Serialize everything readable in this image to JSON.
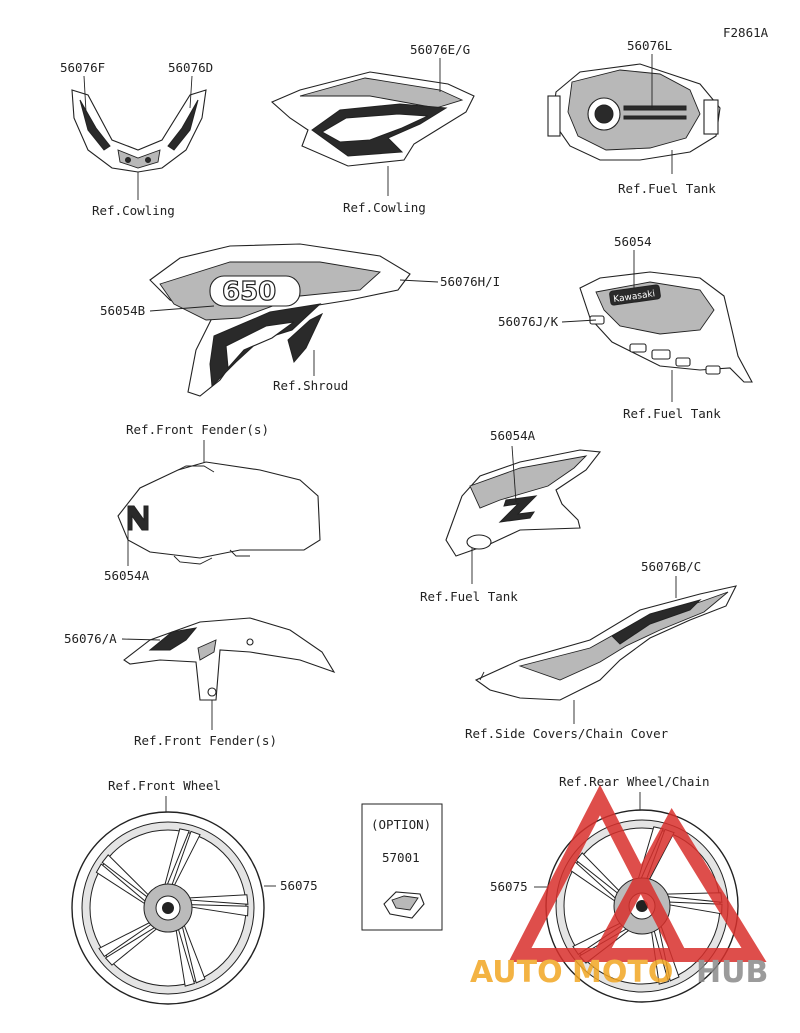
{
  "figure_code": "F2861A",
  "labels": {
    "cowl_left": "56076F",
    "cowl_right": "56076D",
    "cowl_ref": "Ref.Cowling",
    "side_cowl": "56076E/G",
    "side_cowl_ref": "Ref.Cowling",
    "tank_top": "56076L",
    "tank_top_ref": "Ref.Fuel Tank",
    "shroud_num": "56054B",
    "shroud_hi": "56076H/I",
    "shroud_ref": "Ref.Shroud",
    "tank2_num": "56054",
    "tank2_jk": "56076J/K",
    "tank2_ref": "Ref.Fuel Tank",
    "fender_s_top_ref": "Ref.Front Fender(s)",
    "fender_s_num": "56054A",
    "tank_side_num": "56054A",
    "tank_side_ref": "Ref.Fuel Tank",
    "front_fender_num": "56076/A",
    "front_fender_ref": "Ref.Front Fender(s)",
    "side_cover_num": "56076B/C",
    "side_cover_ref": "Ref.Side Covers/Chain Cover",
    "front_wheel_ref": "Ref.Front Wheel",
    "front_wheel_num": "56075",
    "option_title": "(OPTION)",
    "option_num": "57001",
    "rear_wheel_ref": "Ref.Rear Wheel/Chain",
    "rear_wheel_num": "56075"
  },
  "decals": {
    "shroud_text": "650",
    "tank_brand": "Kawasaki",
    "z_logo": "Z"
  },
  "watermark": {
    "text_part1": "AUTO",
    "text_part2": "MOTO",
    "text_part3": "HUB",
    "color_orange": "#f2a623",
    "color_grey": "#8a8a8a",
    "color_red": "#d9302c"
  }
}
